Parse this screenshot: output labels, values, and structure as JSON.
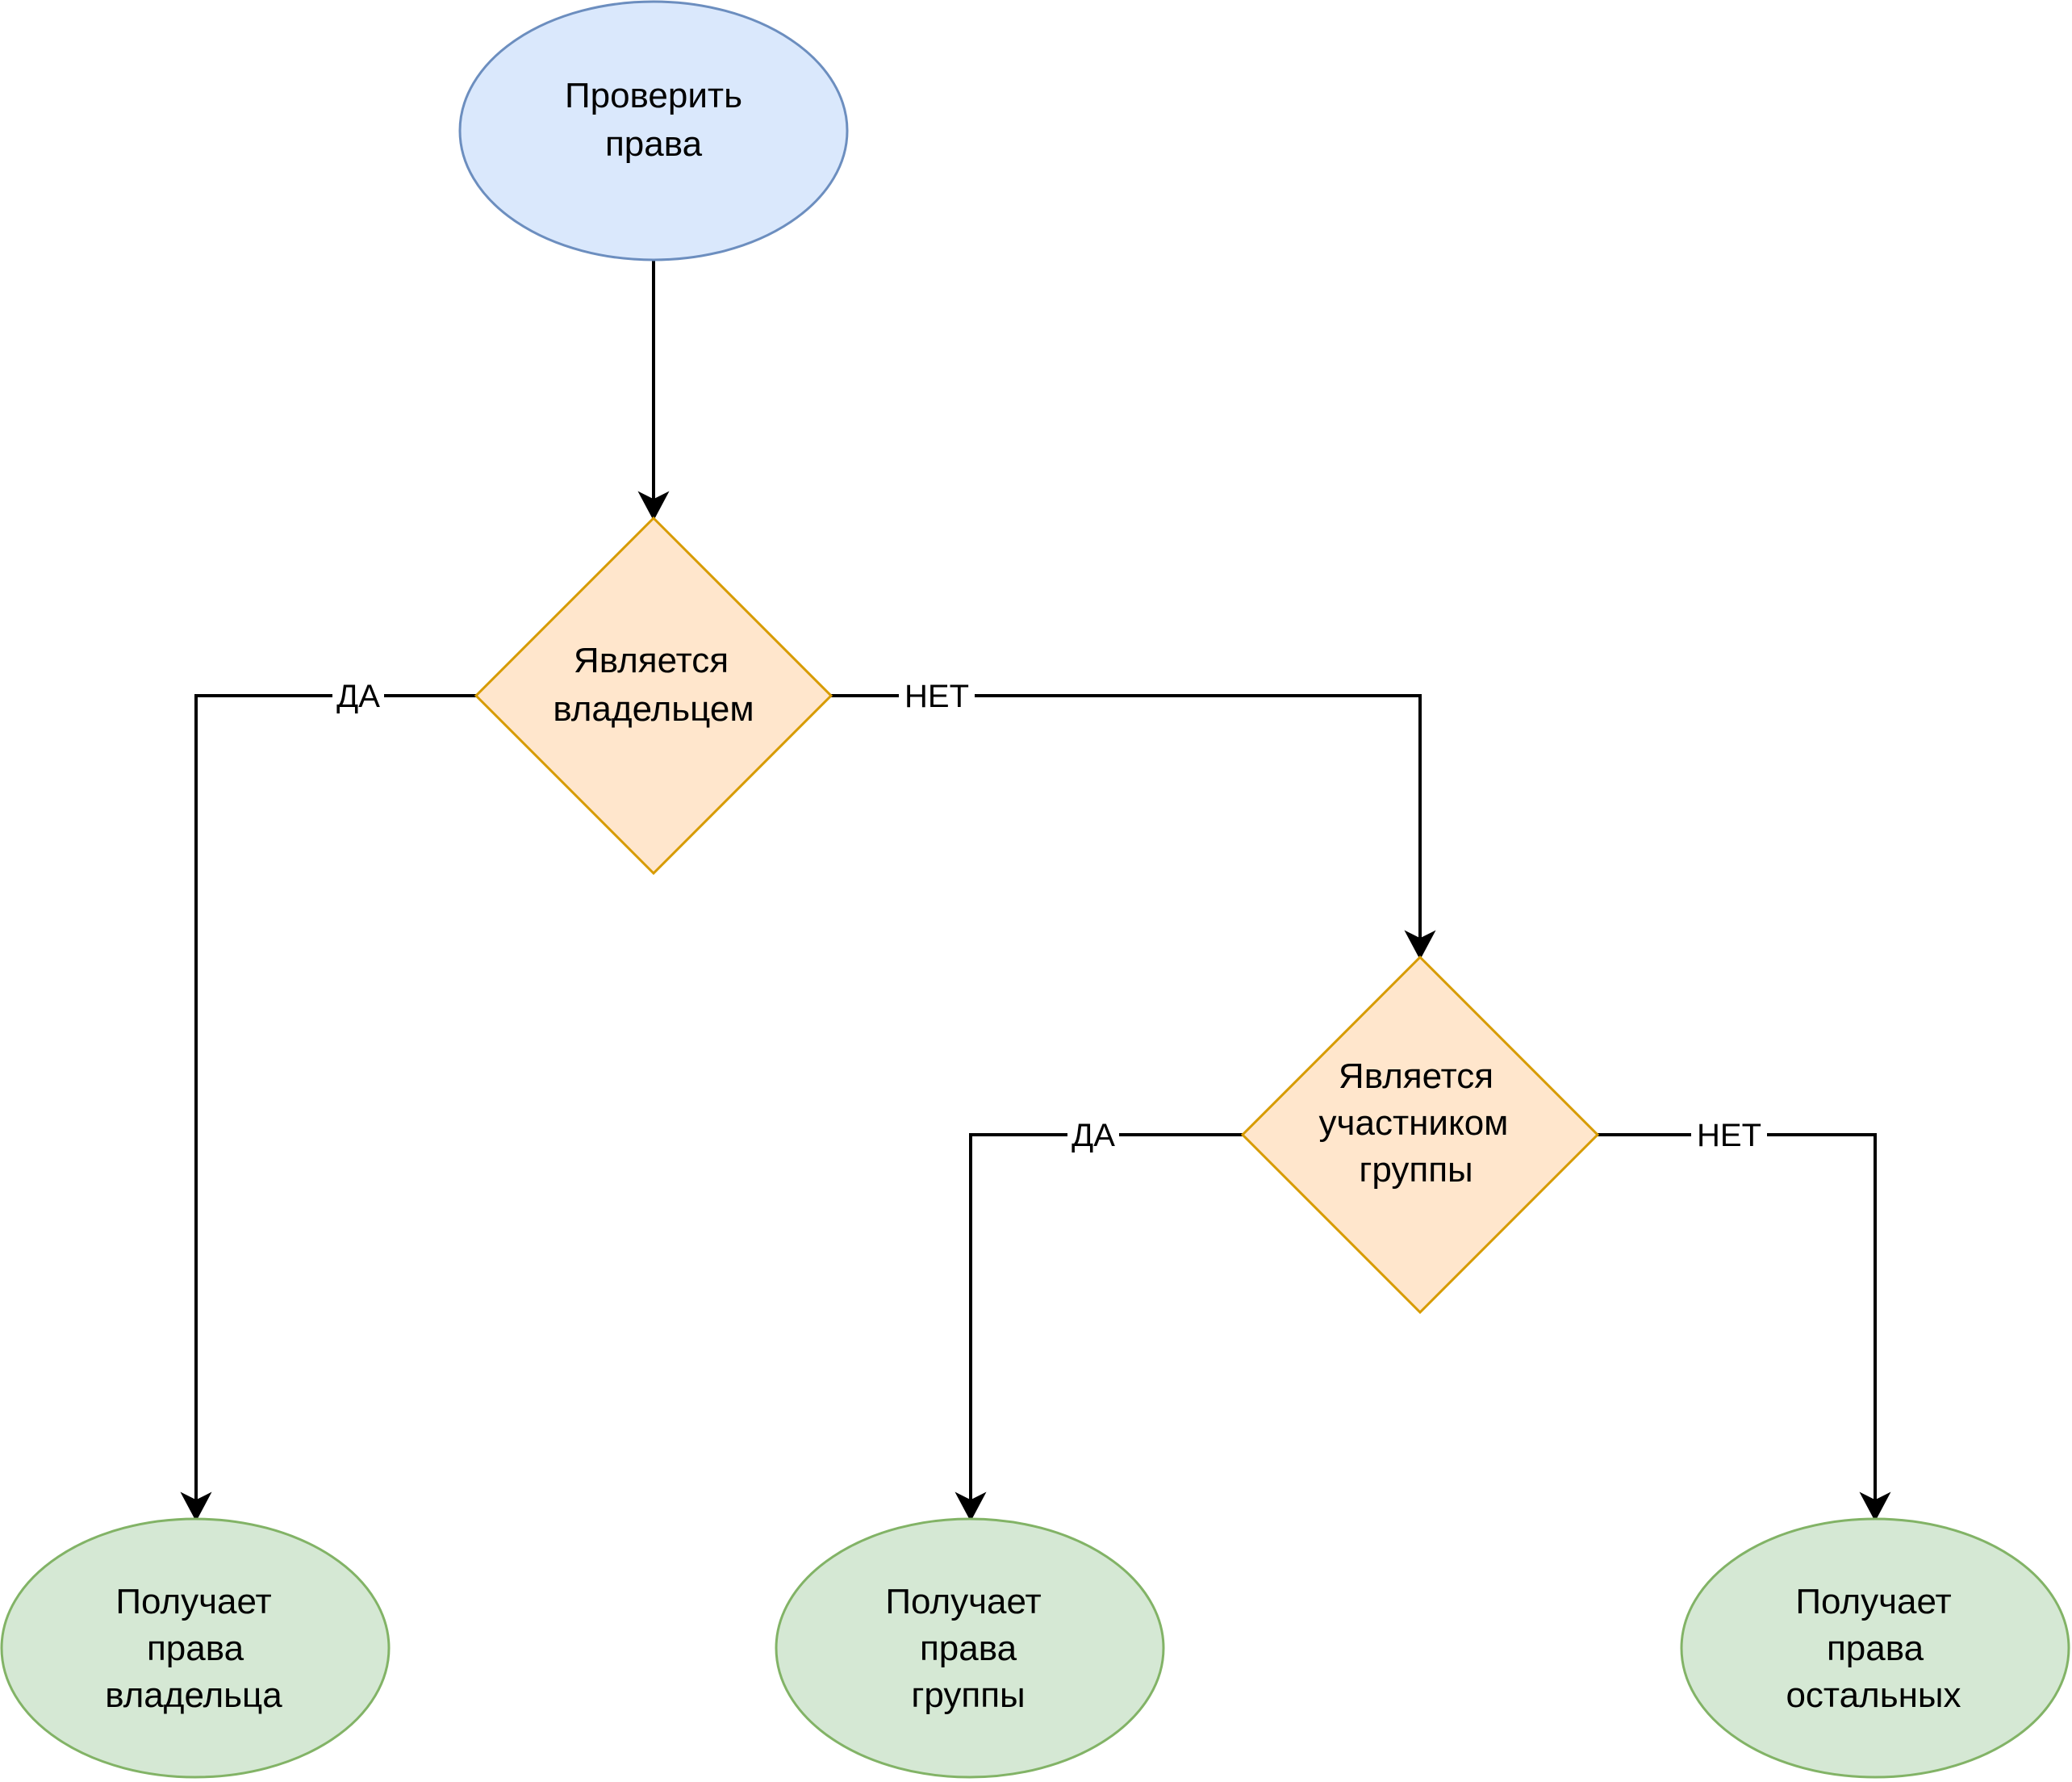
{
  "colors": {
    "start_fill": "#dae8fc",
    "start_stroke": "#6c8ebf",
    "decision_fill": "#ffe6cc",
    "decision_stroke": "#d79b00",
    "result_fill": "#d5e8d4",
    "result_stroke": "#82b366",
    "edge": "#000000"
  },
  "nodes": {
    "start": {
      "lines": [
        "Проверить",
        "права"
      ]
    },
    "is_owner": {
      "lines": [
        "Является",
        "владельцем"
      ]
    },
    "is_group_member": {
      "lines": [
        "Является",
        "участником",
        "группы"
      ]
    },
    "owner_rights": {
      "lines": [
        "Получает",
        "права",
        "владельца"
      ]
    },
    "group_rights": {
      "lines": [
        "Получает",
        "права",
        "группы"
      ]
    },
    "others_rights": {
      "lines": [
        "Получает",
        "права",
        "остальных"
      ]
    }
  },
  "edges": {
    "owner_yes": {
      "label": "ДА"
    },
    "owner_no": {
      "label": "НЕТ"
    },
    "group_yes": {
      "label": "ДА"
    },
    "group_no": {
      "label": "НЕТ"
    }
  }
}
